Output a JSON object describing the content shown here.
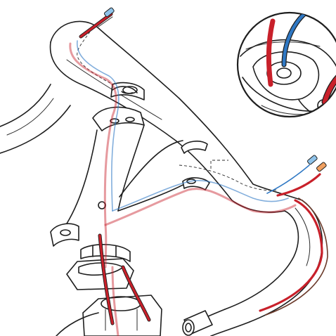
{
  "colors": {
    "background": "#ffffff",
    "outline": "#1e1e1e",
    "wire_red": "#c8202a",
    "wire_blue": "#2f78c4",
    "wire_brown": "#6b3a2a",
    "connector_blue": "#8fc3ea",
    "connector_orange": "#f0a060"
  },
  "parts": {
    "handlebar": "handlebar",
    "stem": "stem",
    "head_tube": "head-tube",
    "detail_inset": "detail-inset-circle",
    "cable_port": "cable-port"
  },
  "wires": [
    "red-wire",
    "blue-wire",
    "brown-wire"
  ]
}
